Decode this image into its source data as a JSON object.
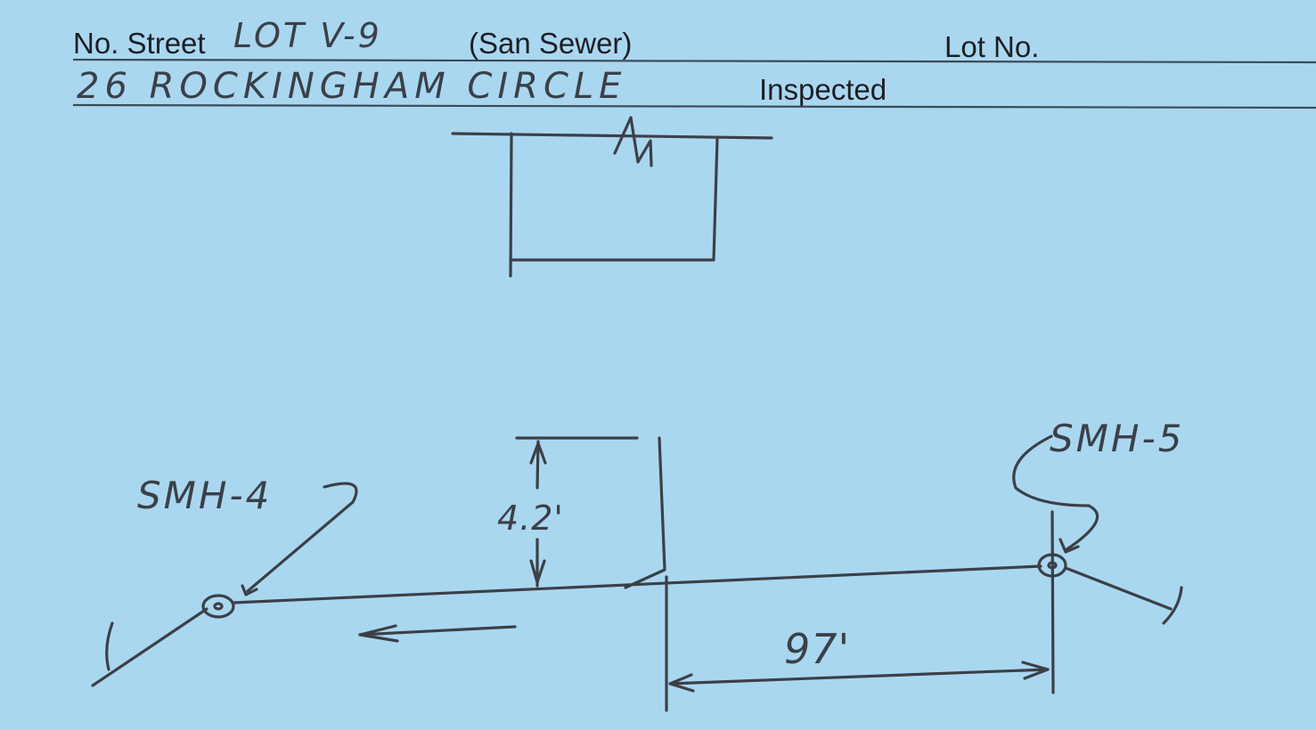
{
  "header": {
    "street_label": "No. Street",
    "lot_ref": "LOT V-9",
    "system_type": "(San Sewer)",
    "lot_no_label": "Lot No.",
    "address": "26 ROCKINGHAM CIRCLE",
    "inspected_label": "Inspected"
  },
  "sketch": {
    "manhole_left_label": "SMH-4",
    "manhole_right_label": "SMH-5",
    "lateral_offset": "4.2'",
    "distance_to_manhole": "97'",
    "north_symbol": "N"
  },
  "colors": {
    "card": "#aad7f0",
    "ink": "#3b4047",
    "print": "#1c1f24"
  }
}
